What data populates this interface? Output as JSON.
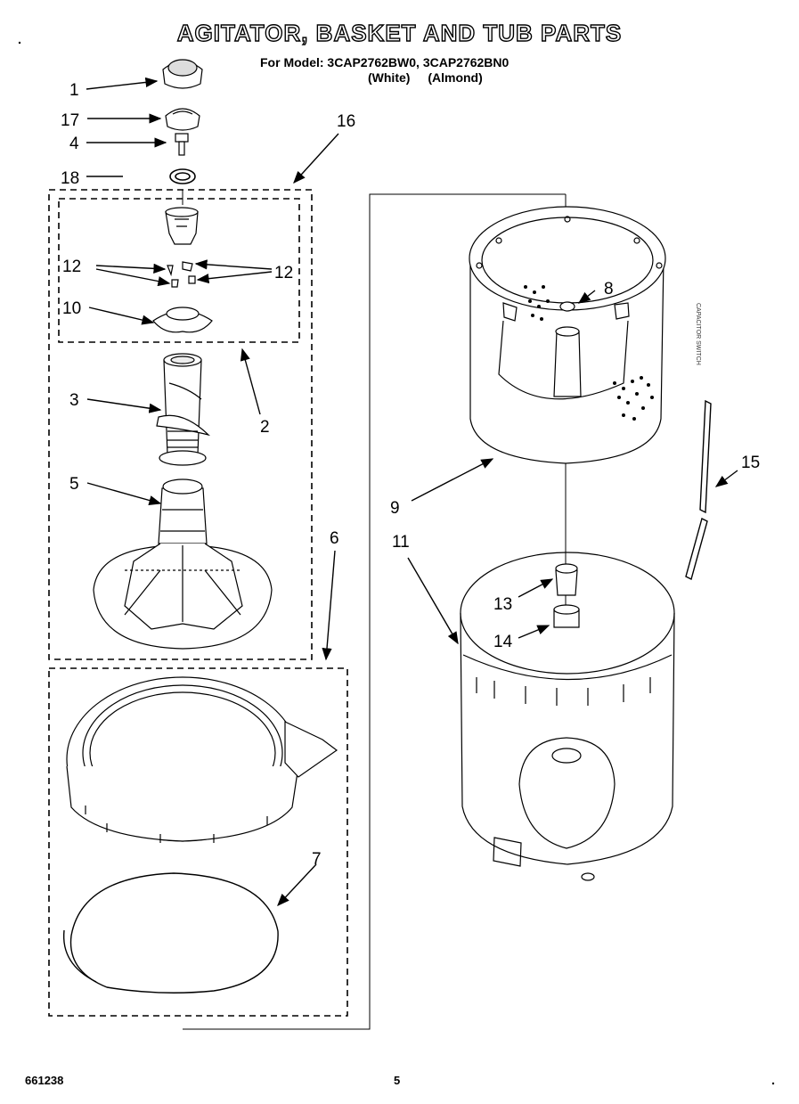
{
  "header": {
    "title": "AGITATOR, BASKET AND TUB PARTS",
    "models": "For Model: 3CAP2762BW0, 3CAP2762BN0",
    "color_white": "(White)",
    "color_almond": "(Almond)"
  },
  "callouts": {
    "c1": "1",
    "c17": "17",
    "c4": "4",
    "c18": "18",
    "c16": "16",
    "c12a": "12",
    "c12b": "12",
    "c10": "10",
    "c3": "3",
    "c2": "2",
    "c5": "5",
    "c6": "6",
    "c7": "7",
    "c8": "8",
    "c9": "9",
    "c11": "11",
    "c13": "13",
    "c14": "14",
    "c15": "15"
  },
  "side_note": "CAPACITOR SWITCH",
  "footer": {
    "doc_number": "661238",
    "page_number": "5"
  }
}
